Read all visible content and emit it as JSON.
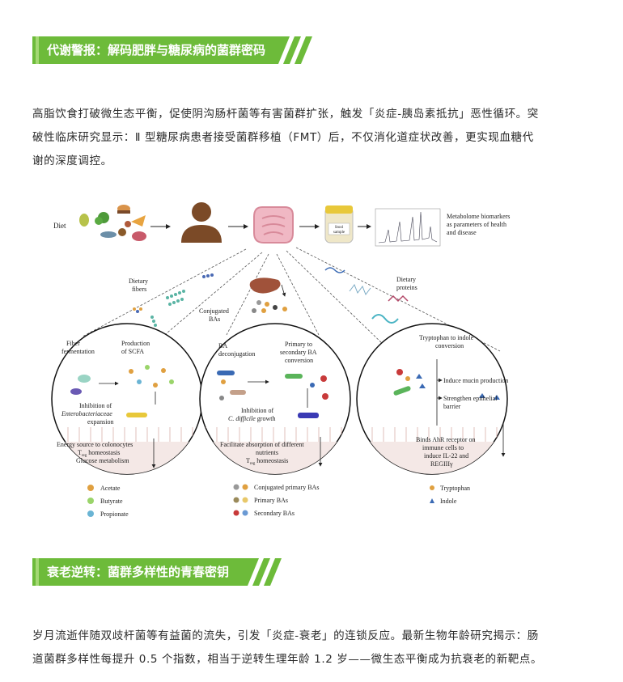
{
  "section1": {
    "title": "代谢警报：解码肥胖与糖尿病的菌群密码",
    "line1": "高脂饮食打破微生态平衡，促使阴沟肠杆菌等有害菌群扩张，触发「炎症-胰岛素抵抗」恶性循环。突",
    "line2": "破性临床研究显示：Ⅱ 型糖尿病患者接受菌群移植（FMT）后，不仅消化道症状改善，更实现血糖代",
    "line3": "谢的深度调控。"
  },
  "figure": {
    "diet": "Diet",
    "stool1": "Stool",
    "stool2": "sample",
    "metabolome": [
      "Metabolome biomarkers",
      "as parameters of health",
      "and disease"
    ],
    "dietary_fibers": [
      "Dietary",
      "fibers"
    ],
    "conjugated_bas": [
      "Conjugated",
      "BAs"
    ],
    "dietary_proteins": [
      "Dietary",
      "proteins"
    ],
    "c1": {
      "fiber": [
        "Fiber",
        "fermentation"
      ],
      "production": [
        "Production",
        "of SCFA"
      ],
      "inhibition": [
        "Inhibition of"
      ],
      "entero": "Enterobacteriaceae",
      "expansion": "expansion",
      "bottom": [
        "Energy source to colonocytes",
        "T",
        "reg",
        " homeostasis",
        "Glucose metabolism"
      ]
    },
    "c2": {
      "ba": [
        "BA",
        "deconjugation"
      ],
      "primary": [
        "Primary to",
        "secondary BA",
        "conversion"
      ],
      "inhib": "Inhibition of",
      "cdiff": "C. difficile",
      "growth": " growth",
      "bottom": [
        "Facilitate absorption of different",
        "nutrients",
        "T",
        "reg",
        " homeostasis"
      ]
    },
    "c3": {
      "trp": [
        "Tryptophan to indole",
        "conversion"
      ],
      "mucin": "Induce mucin production",
      "strengthen": [
        "Strengthen epithelial",
        "barrier"
      ],
      "ahr": [
        "Binds AhR receptor on",
        "immune cells to",
        "induce IL-22 and",
        "REGIIIγ"
      ]
    },
    "legend": {
      "acetate": "Acetate",
      "butyrate": "Butyrate",
      "propionate": "Propionate",
      "conj": "Conjugated primary BAs",
      "primary": "Primary BAs",
      "secondary": "Secondary BAs",
      "tryptophan": "Tryptophan",
      "indole": "Indole"
    }
  },
  "section2": {
    "title": "衰老逆转：菌群多样性的青春密钥",
    "line1": "岁月流逝伴随双歧杆菌等有益菌的流失，引发「炎症-衰老」的连锁反应。最新生物年龄研究揭示：肠",
    "line2": "道菌群多样性每提升 0.5 个指数，相当于逆转生理年龄 1.2 岁——微生态平衡成为抗衰老的新靶点。"
  },
  "colors": {
    "banner_green": "#6dbb3a",
    "banner_dark": "#4e8f2a",
    "text": "#2b2b2b"
  }
}
